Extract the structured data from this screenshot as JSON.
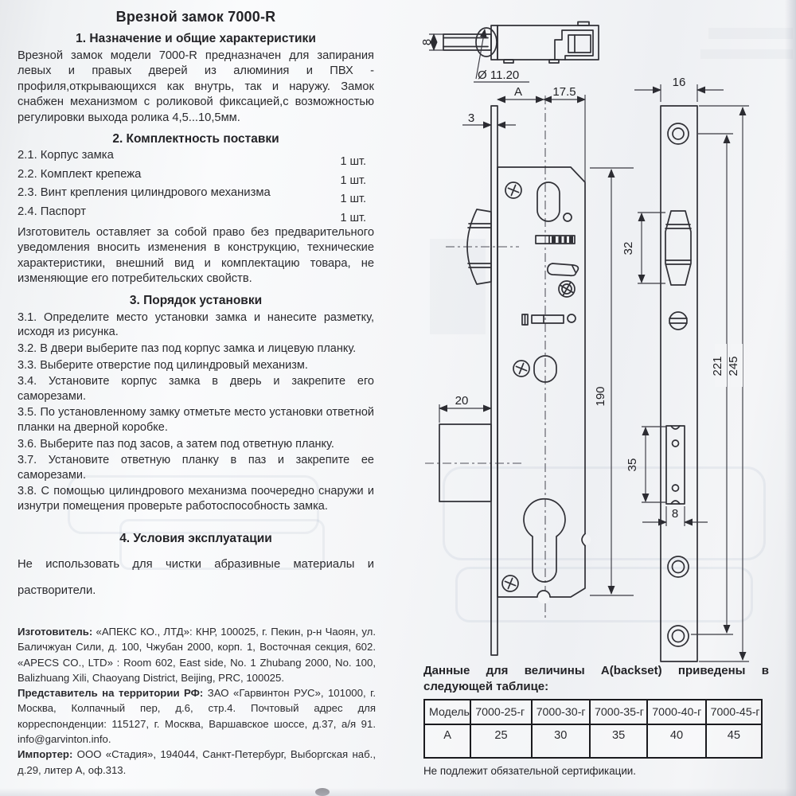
{
  "page": {
    "title": "Врезной замок 7000-R"
  },
  "s1": {
    "heading": "1. Назначение и общие характеристики",
    "p1": "Врезной замок модели 7000-R предназначен для запирания левых и правых дверей из алюминия и ПВХ - профиля,открывающихся как внутрь, так и наружу. Замок снабжен механизмом с роликовой фиксацией,с возможностью регулировки выхода ролика 4,5...10,5мм."
  },
  "s2": {
    "heading": "2. Комплектность поставки",
    "items": [
      {
        "label": "2.1. Корпус замка",
        "qty": "1 шт."
      },
      {
        "label": "2.2. Комплект крепежа",
        "qty": "1 шт."
      },
      {
        "label": "2.3. Винт крепления цилиндрового механизма",
        "qty": "1 шт."
      },
      {
        "label": "2.4. Паспорт",
        "qty": "1 шт."
      }
    ],
    "note": "Изготовитель оставляет за собой право без предварительного уведомления вносить изменения в конструкцию, технические характеристики, внешний вид и комплектацию товара, не изменяющие его потребительских свойств."
  },
  "s3": {
    "heading": "3. Порядок установки",
    "items": [
      {
        "text": "3.1. Определите место установки замка и нанесите разметку, исходя из рисунка."
      },
      {
        "text": "3.2. В двери выберите паз под корпус замка и лицевую планку."
      },
      {
        "text": "3.3. Выберите отверстие под цилиндровый механизм."
      },
      {
        "text": "3.4. Установите корпус замка в дверь и закрепите его саморезами."
      },
      {
        "text": "3.5. По установленному замку отметьте место установки ответной планки на дверной коробке."
      },
      {
        "text": "3.6. Выберите паз под засов, а затем под ответную планку."
      },
      {
        "text": "3.7. Установите ответную планку в паз и закрепите ее саморезами."
      },
      {
        "text": "3.8. С помощью цилиндрового механизма поочередно снаружи и изнутри помещения проверьте работоспособность замка."
      }
    ]
  },
  "s4": {
    "heading": "4. Условия эксплуатации",
    "text": "Не использовать для чистки абразивные материалы и растворители."
  },
  "footer": {
    "blocks": [
      {
        "lead": "Изготовитель:",
        "text": " «АПЕКС КО., ЛТД»: КНР, 100025, г. Пекин, р-н Чаоян, ул. Баличжуан Сили, д. 100, Чжубан 2000, корп. 1, Восточная секция, 602. «APECS CO., LTD» : Room 602, East side, No. 1 Zhubang 2000, No. 100, Balizhuang Xili, Chaoyang District, Beijing, PRC, 100025."
      },
      {
        "lead": "Представитель на территории РФ:",
        "text": " ЗАО «Гарвинтон РУС», 101000, г. Москва, Колпачный пер, д.6, стр.4. Почтовый адрес для корреспонденции: 115127, г. Москва, Варшавское шоссе, д.37, а/я 91. info@garvinton.info."
      },
      {
        "lead": "Импортер:",
        "text": " ООО «Стадия», 194044, Санкт-Петербург, Выборгская наб., д.29, литер А, оф.313."
      }
    ]
  },
  "drawing": {
    "dims": {
      "top_height": "8",
      "roller_dia": "Ø 11.20",
      "backset": "A",
      "d17_5": "17.5",
      "face_t": "3",
      "plate_w": "16",
      "roller_h": "32",
      "bolt_len": "20",
      "body_h": "190",
      "slot_h": "35",
      "slot_w": "8",
      "holes_d": "221",
      "plate_h": "245"
    }
  },
  "table": {
    "caption": "Данные для величины A(backset) приведены в следующей таблице:",
    "headers": [
      "Модель",
      "7000-25-г",
      "7000-30-г",
      "7000-35-г",
      "7000-40-г",
      "7000-45-г"
    ],
    "row_label": "A",
    "values": [
      "25",
      "30",
      "35",
      "40",
      "45"
    ],
    "note": "Не подлежит обязательной сертификации."
  }
}
